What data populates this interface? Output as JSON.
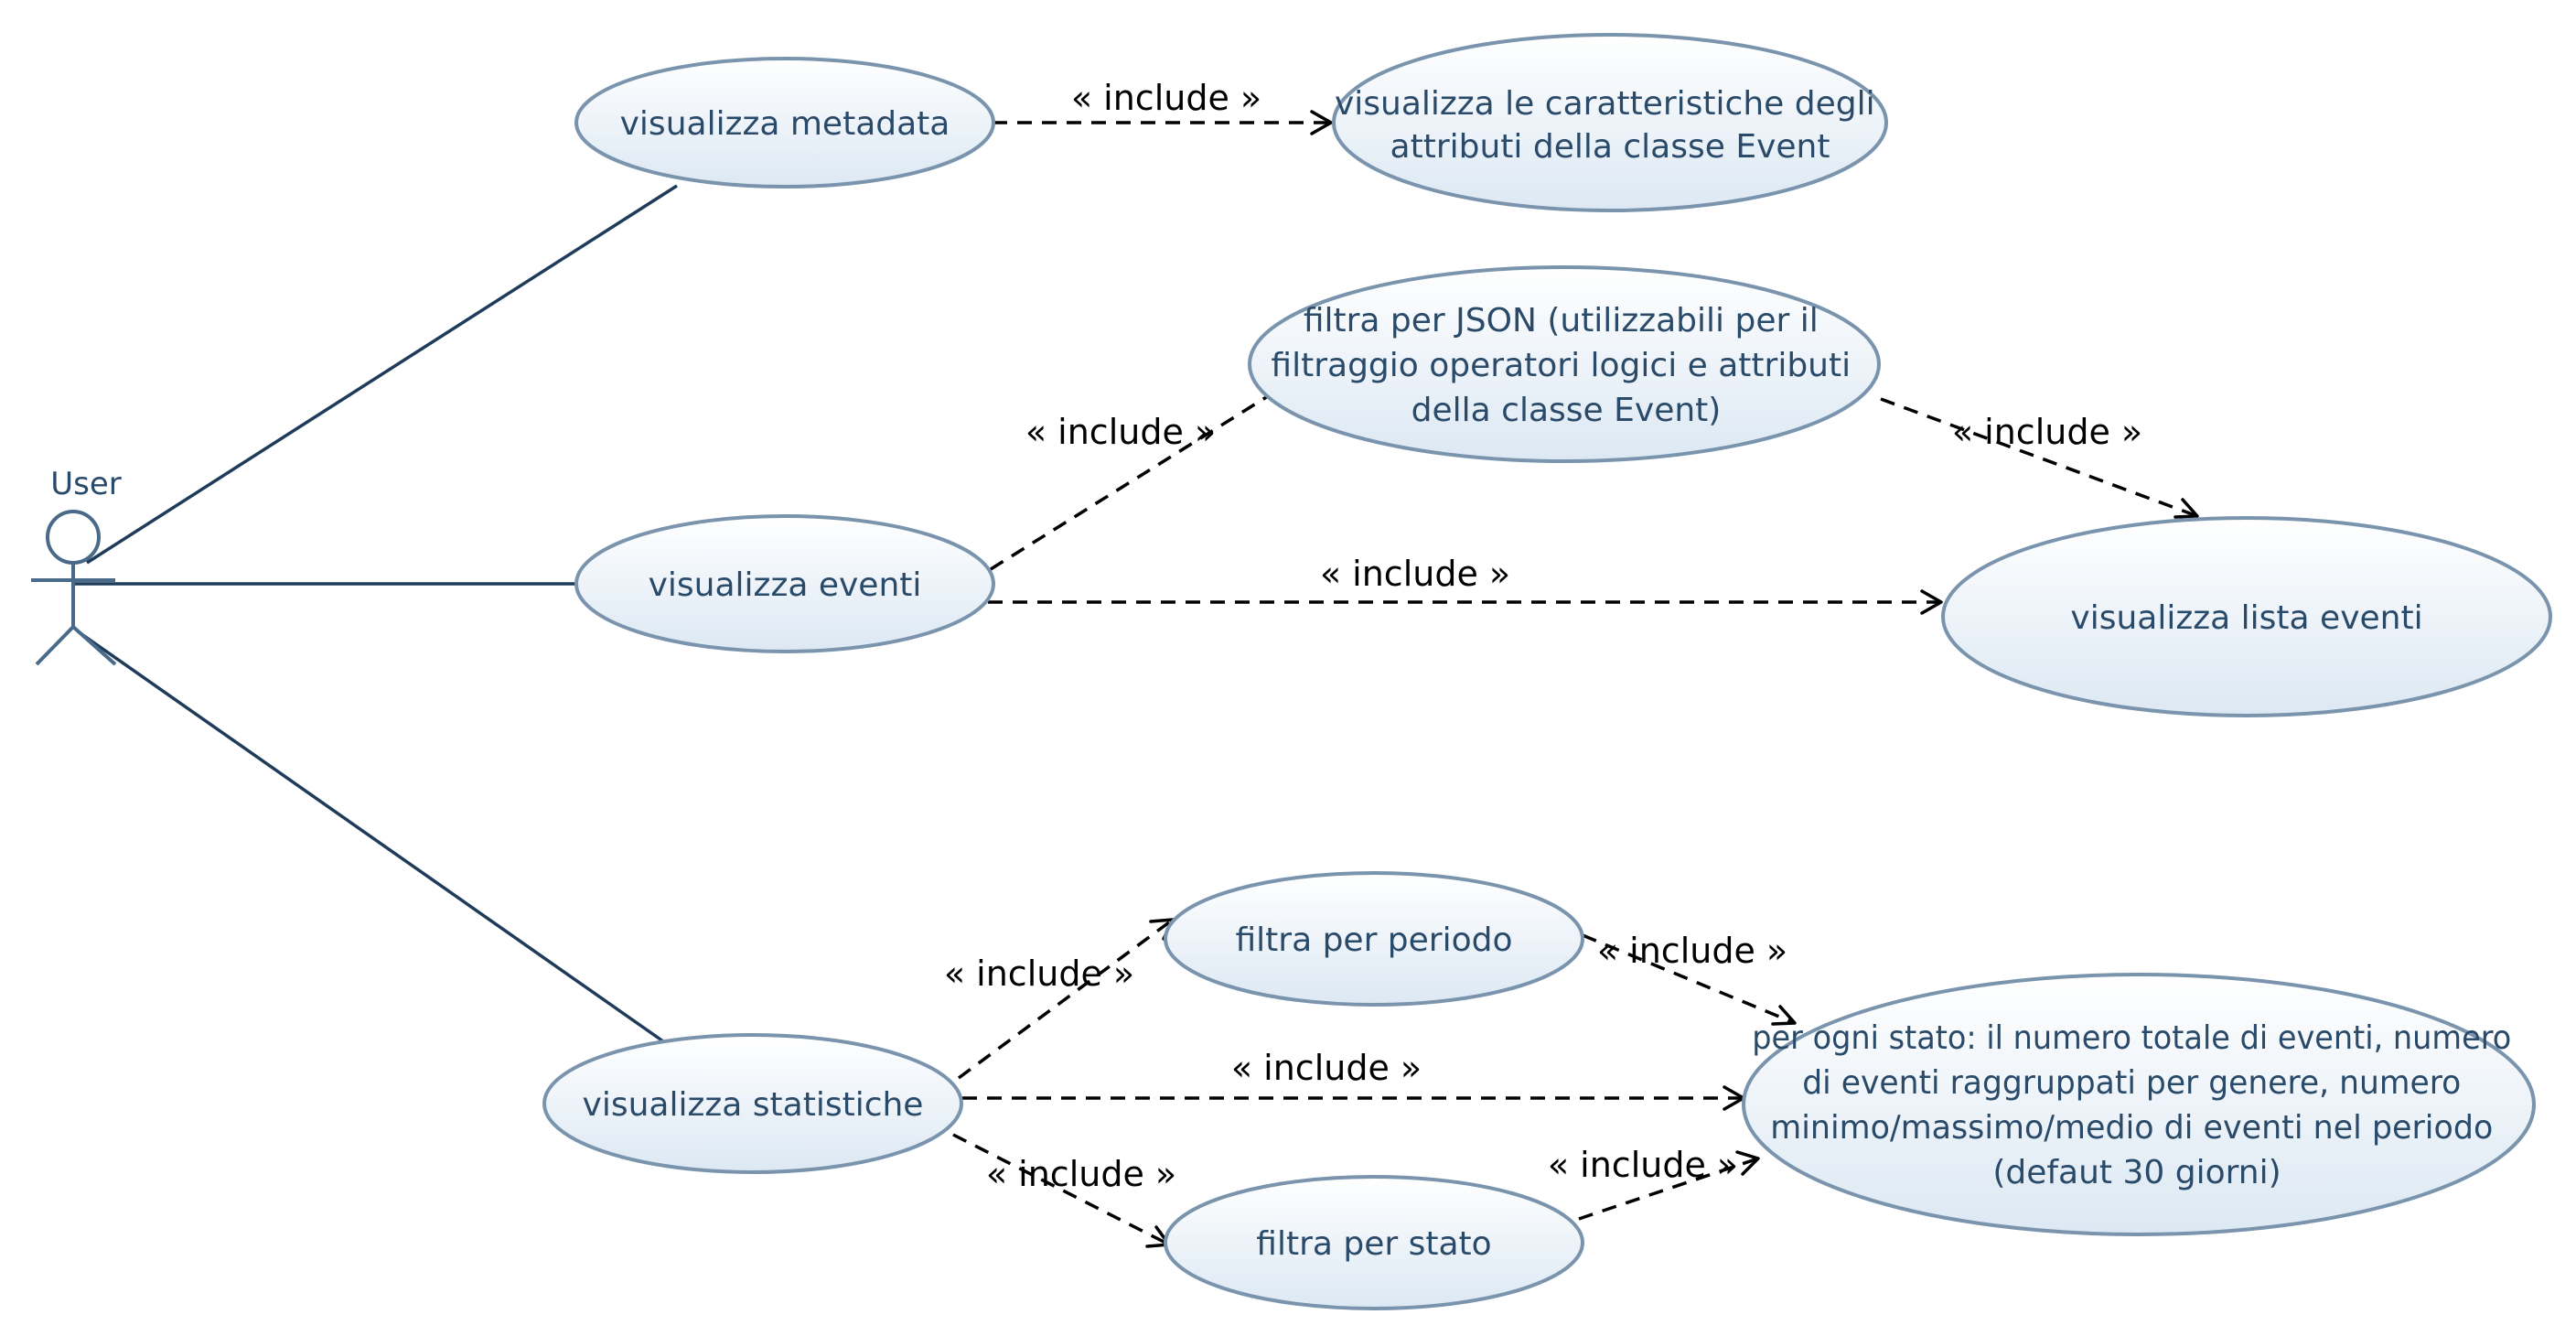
{
  "actor": {
    "label": "User"
  },
  "use_cases": {
    "uc1": {
      "lines": [
        "visualizza metadata"
      ]
    },
    "uc2": {
      "lines": [
        "visualizza le caratteristiche degli",
        "attributi della classe Event"
      ]
    },
    "uc3": {
      "lines": [
        "filtra per JSON (utilizzabili per il",
        "filtraggio operatori logici e attributi",
        "della classe Event)"
      ]
    },
    "uc4": {
      "lines": [
        "visualizza eventi"
      ]
    },
    "uc5": {
      "lines": [
        "visualizza lista eventi"
      ]
    },
    "uc6": {
      "lines": [
        "filtra per periodo"
      ]
    },
    "uc7": {
      "lines": [
        "visualizza statistiche"
      ]
    },
    "uc8": {
      "lines": [
        "per ogni stato: il numero totale di eventi, numero",
        "di eventi raggruppati per genere, numero",
        "minimo/massimo/medio di eventi nel periodo",
        "(defaut 30 giorni)"
      ]
    },
    "uc9": {
      "lines": [
        "filtra per stato"
      ]
    }
  },
  "relations": {
    "include_label": "« include »"
  },
  "colors": {
    "ellipse_fill_top": "#ffffff",
    "ellipse_fill_bottom": "#dce8f3",
    "ellipse_stroke": "#7a94ad",
    "association_line": "#1f3b5a",
    "dependency_line": "#000000"
  }
}
